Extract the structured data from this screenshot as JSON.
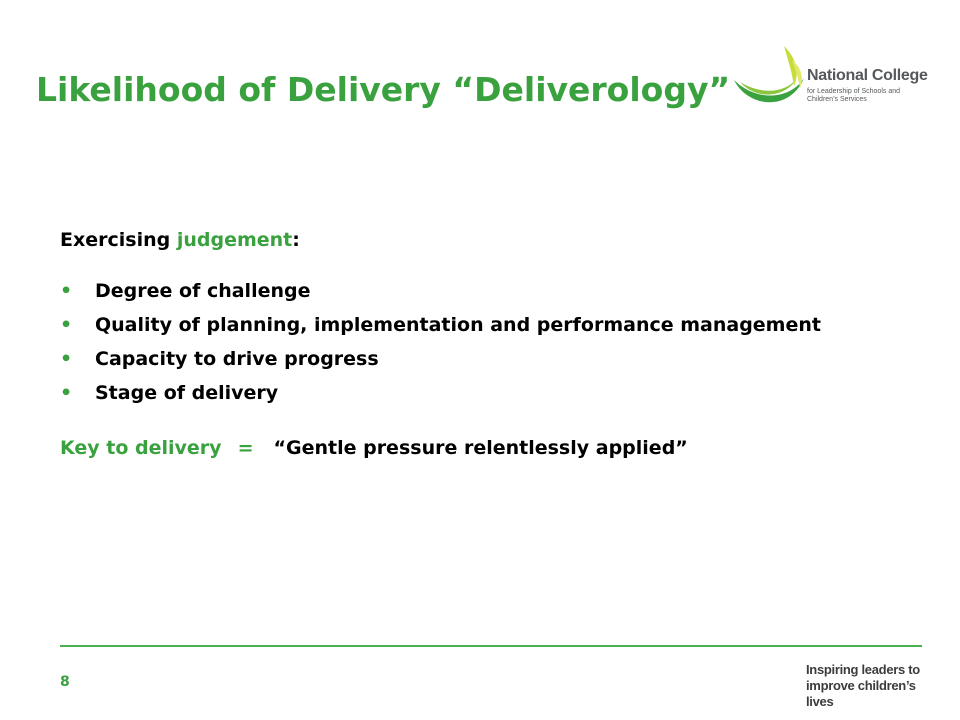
{
  "slide": {
    "title": "Likelihood of Delivery “Deliverology”",
    "intro_prefix": "Exercising ",
    "intro_highlight": "judgement",
    "intro_suffix": ":",
    "bullet_symbol": "•",
    "bullets": [
      "Degree of challenge",
      "Quality of planning, implementation and performance management",
      "Capacity to drive progress",
      "Stage of delivery"
    ],
    "key_label": "Key to delivery",
    "key_equals": "=",
    "key_quote": "“Gentle pressure relentlessly applied”"
  },
  "logo": {
    "name": "National College",
    "tagline": "for Leadership of Schools and Children’s Services"
  },
  "footer": {
    "page_number": "8",
    "tagline": "Inspiring leaders to improve children’s lives"
  },
  "colors": {
    "accent_green": "#3aa13f",
    "text": "#000000",
    "rule": "#4caf50"
  }
}
